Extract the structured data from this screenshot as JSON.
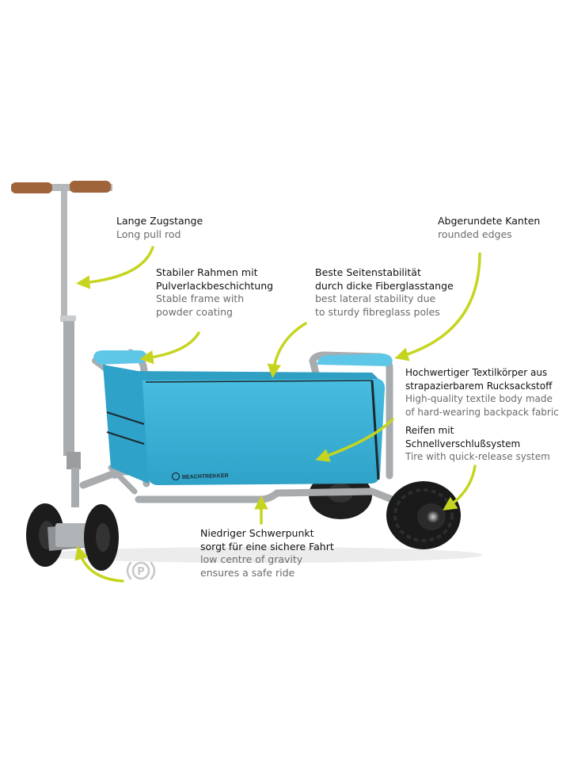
{
  "colors": {
    "accent": "#c5d51f",
    "fabric": "#3fb2d6",
    "frame": "#a8acaf",
    "handle_grip": "#a0643a"
  },
  "product": {
    "brand_label": "BEACHTREKKER",
    "parking_brake_symbol": "P"
  },
  "annotations": {
    "pull_rod": {
      "de": [
        "Lange Zugstange"
      ],
      "en": [
        "Long pull rod"
      ]
    },
    "frame": {
      "de": [
        "Stabiler Rahmen mit",
        "Pulverlackbeschichtung"
      ],
      "en": [
        "Stable frame with",
        "powder coating"
      ]
    },
    "lateral": {
      "de": [
        "Beste Seitenstabilität",
        "durch dicke Fiberglasstange"
      ],
      "en": [
        "best lateral stability due",
        "to sturdy fibreglass poles"
      ]
    },
    "edges": {
      "de": [
        "Abgerundete Kanten"
      ],
      "en": [
        "rounded edges"
      ]
    },
    "textile": {
      "de": [
        "Hochwertiger Textilkörper aus",
        "strapazierbarem Rucksackstoff"
      ],
      "en": [
        "High-quality textile body made",
        "of hard-wearing backpack fabric"
      ]
    },
    "tire": {
      "de": [
        "Reifen mit",
        "Schnellverschlußsystem"
      ],
      "en": [
        "Tire with quick-release system"
      ]
    },
    "gravity": {
      "de": [
        "Niedriger Schwerpunkt",
        "sorgt für eine sichere Fahrt"
      ],
      "en": [
        "low centre of gravity",
        "ensures a safe ride"
      ]
    }
  }
}
